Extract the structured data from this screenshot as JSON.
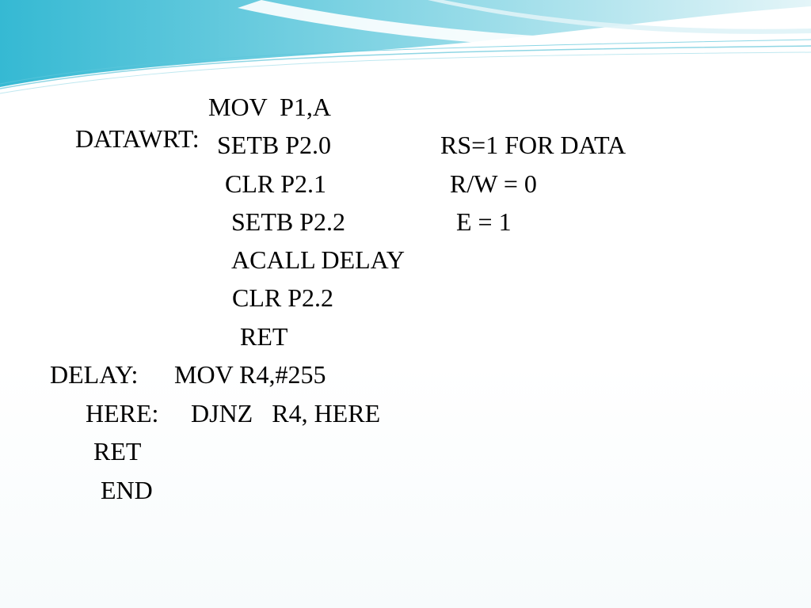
{
  "slide": {
    "lines": {
      "datawrt": {
        "label": "DATAWRT:",
        "instruction": "MOV  P1,A"
      },
      "setb_p20": {
        "instruction": "SETB P2.0",
        "comment": "RS=1 FOR DATA"
      },
      "clr_p21": {
        "instruction": "CLR P2.1",
        "comment": "R/W = 0"
      },
      "setb_p22": {
        "instruction": "SETB P2.2",
        "comment": "E = 1"
      },
      "acall_delay": {
        "instruction": "ACALL DELAY"
      },
      "clr_p22": {
        "instruction": "CLR P2.2"
      },
      "ret1": {
        "instruction": "RET"
      },
      "delay": {
        "label": "DELAY:",
        "instruction": "MOV R4,#255"
      },
      "here": {
        "label": "HERE:",
        "instruction": "DJNZ   R4, HERE"
      },
      "ret2": {
        "instruction": "RET"
      },
      "end": {
        "instruction": "END"
      }
    }
  },
  "colors": {
    "text": "#000000",
    "wave_teal": "#43c2d9",
    "wave_light": "#bfe8f0"
  }
}
